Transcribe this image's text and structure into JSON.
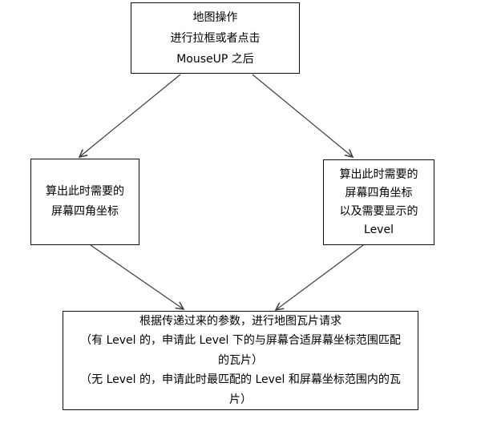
{
  "diagram": {
    "colors": {
      "background": "#ffffff",
      "box_fill": "#ffffff",
      "box_border": "#0d0d0d",
      "text": "#000000",
      "arrow": "#3d3d3d"
    },
    "nodes": {
      "top": {
        "lines": [
          "地图操作",
          "进行拉框或者点击",
          "MouseUP 之后"
        ]
      },
      "left": {
        "lines": [
          "算出此时需要的",
          "屏幕四角坐标"
        ]
      },
      "right": {
        "lines": [
          "算出此时需要的",
          "屏幕四角坐标",
          "以及需要显示的",
          "Level"
        ]
      },
      "bottom": {
        "lines": [
          "根据传递过来的参数，进行地图瓦片请求",
          "（有 Level 的，申请此 Level 下的与屏幕合适屏幕坐标范围匹配",
          "的瓦片）",
          "（无 Level 的，申请此时最匹配的 Level 和屏幕坐标范围内的瓦",
          "片）"
        ]
      }
    }
  }
}
